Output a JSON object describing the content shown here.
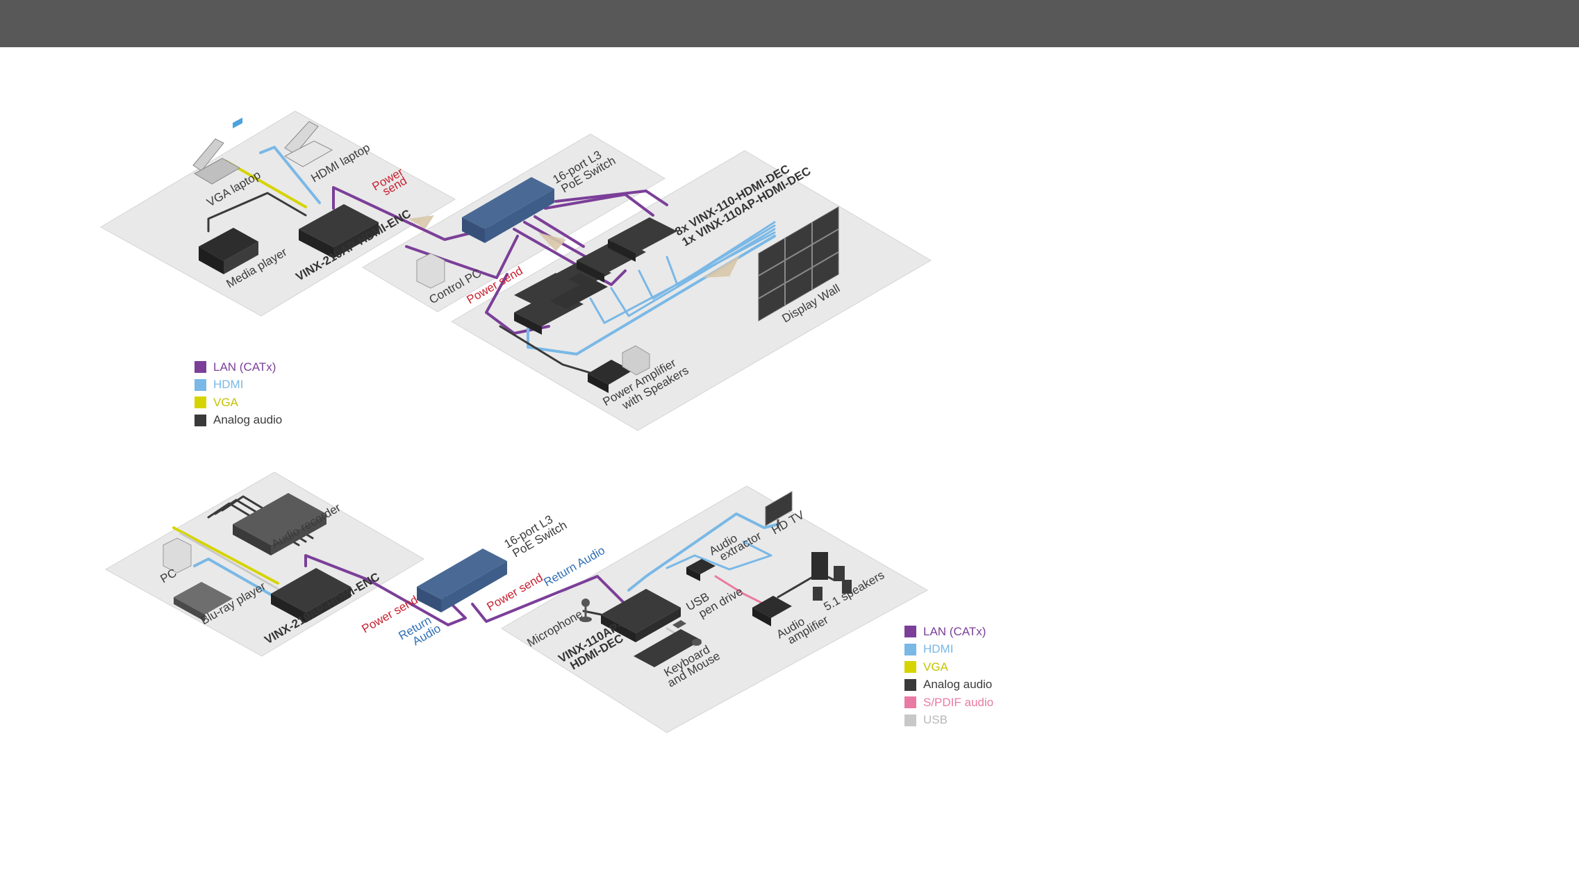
{
  "colors": {
    "lan": "#7b3f98",
    "hdmi": "#7ab8e6",
    "vga": "#d6d400",
    "analog": "#3a3a3a",
    "spdif": "#e97aa3",
    "usb": "#c8c8c8",
    "power": "#c8202f",
    "return_audio": "#2f6fb5",
    "platform": "#e9e9e9",
    "topbar": "#585858"
  },
  "diagram1": {
    "labels": {
      "vga_laptop": "VGA laptop",
      "hdmi_laptop": "HDMI laptop",
      "power_send_1": "Power",
      "power_send_1b": "send",
      "media_player": "Media player",
      "encoder": "VINX-210AP-HDMI-ENC",
      "switch_1": "16-port L3",
      "switch_1b": "PoE Switch",
      "control_pc": "Control PC",
      "power_send_2": "Power send",
      "decoders_1": "8x VINX-110-HDMI-DEC",
      "decoders_2": "1x VINX-110AP-HDMI-DEC",
      "display_wall": "Display Wall",
      "amplifier_1": "Power Amplifier",
      "amplifier_2": "with Speakers"
    },
    "legend": [
      {
        "label": "LAN (CATx)",
        "color": "#7b3f98",
        "text_color": "#7b3f98"
      },
      {
        "label": "HDMI",
        "color": "#7ab8e6",
        "text_color": "#7ab8e6"
      },
      {
        "label": "VGA",
        "color": "#d6d400",
        "text_color": "#c4c200"
      },
      {
        "label": "Analog audio",
        "color": "#3a3a3a",
        "text_color": "#3a3a3a"
      }
    ]
  },
  "diagram2": {
    "labels": {
      "audio_recorder": "Audio recorder",
      "pc": "PC",
      "bluray": "Blu-ray player",
      "encoder": "VINX-210AP-HDMI-ENC",
      "power_send_a": "Power send",
      "return_audio_a1": "Return",
      "return_audio_a2": "Audio",
      "switch_1": "16-port L3",
      "switch_1b": "PoE Switch",
      "power_send_b": "Power send",
      "return_audio_b": "Return Audio",
      "hd_tv": "HD TV",
      "audio_extractor_1": "Audio",
      "audio_extractor_2": "extractor",
      "speakers": "5.1 speakers",
      "microphone": "Microphone",
      "usb_drive_1": "USB",
      "usb_drive_2": "pen drive",
      "audio_amp_1": "Audio",
      "audio_amp_2": "amplifier",
      "decoder_1": "VINX-110AP-",
      "decoder_2": "HDMI-DEC",
      "keyboard_1": "Keyboard",
      "keyboard_2": "and Mouse"
    },
    "legend": [
      {
        "label": "LAN (CATx)",
        "color": "#7b3f98",
        "text_color": "#7b3f98"
      },
      {
        "label": "HDMI",
        "color": "#7ab8e6",
        "text_color": "#7ab8e6"
      },
      {
        "label": "VGA",
        "color": "#d6d400",
        "text_color": "#c4c200"
      },
      {
        "label": "Analog audio",
        "color": "#3a3a3a",
        "text_color": "#3a3a3a"
      },
      {
        "label": "S/PDIF audio",
        "color": "#e97aa3",
        "text_color": "#e97aa3"
      },
      {
        "label": "USB",
        "color": "#c8c8c8",
        "text_color": "#b8b8b8"
      }
    ]
  }
}
